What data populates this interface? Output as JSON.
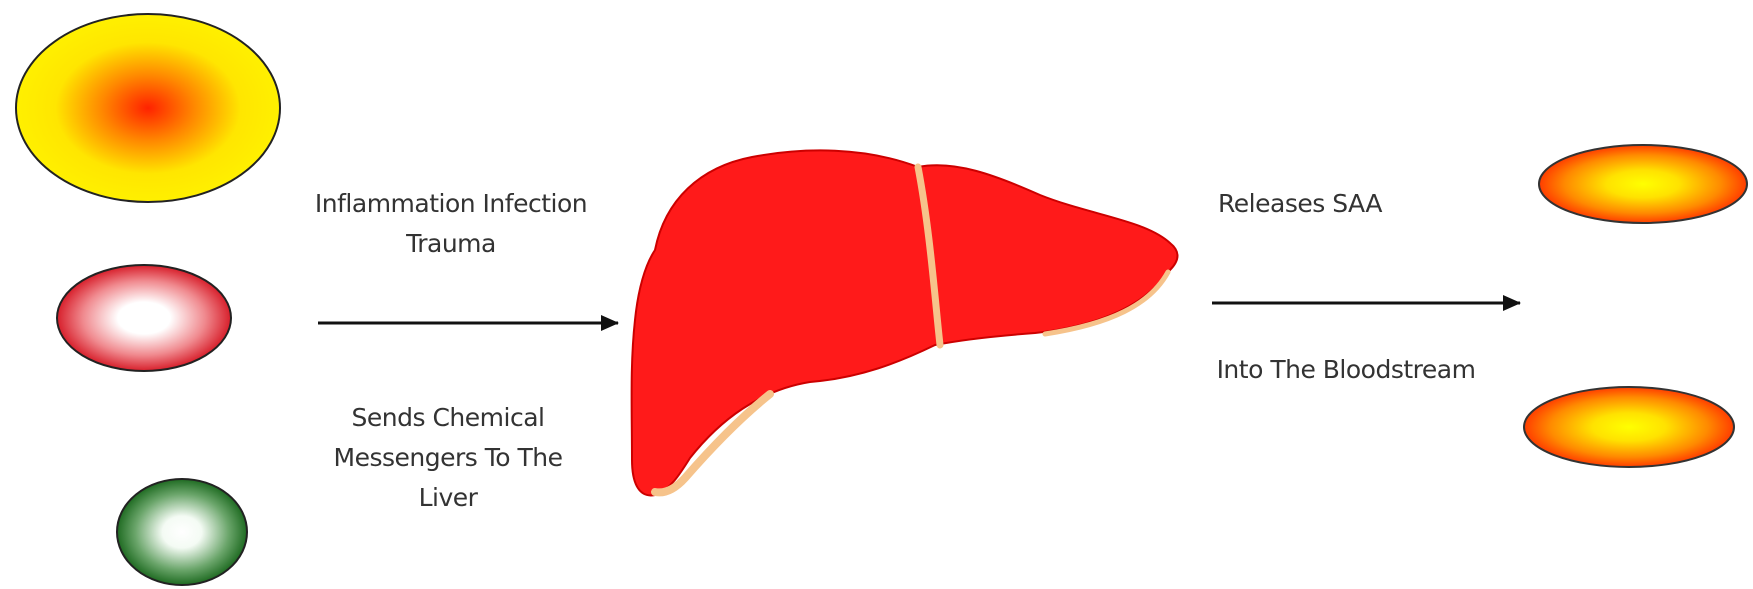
{
  "labels": {
    "stimulus_line1": "Inflammation Infection",
    "stimulus_line2": "Trauma",
    "signal_line1": "Sends Chemical",
    "signal_line2": "Messengers To The",
    "signal_line3": "Liver",
    "output_line1": "Releases SAA",
    "output_line2": "Into The Bloodstream"
  },
  "colors": {
    "liver": "#ff1a1a",
    "liver_outline": "#cc0000",
    "liver_highlight": "#f6c38b",
    "arrow": "#111111",
    "yellow_cell": "#ffef00",
    "red_center": "#ff2200",
    "pink_cell": "#e03340",
    "green_cell": "#2e7d32",
    "orange_cell": "#ff7a00"
  },
  "icons": {
    "inflammation": "inflammation-cell-icon",
    "infection": "infection-cell-icon",
    "trauma": "trauma-cell-icon",
    "liver": "liver-icon",
    "saa_top": "saa-particle-icon",
    "saa_bottom": "saa-particle-icon"
  }
}
